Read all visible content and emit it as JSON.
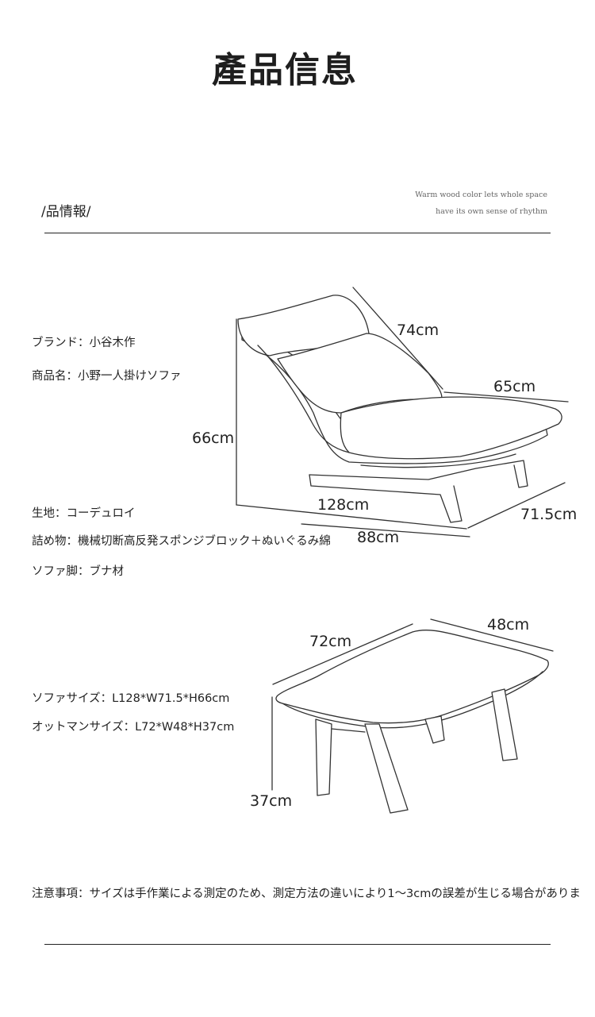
{
  "header": {
    "title": "產品信息"
  },
  "section": {
    "label": "/品情報/",
    "tagline_1": "Warm wood color lets whole space",
    "tagline_2": "have its own sense of rhythm"
  },
  "specs": {
    "brand": "ブランド：小谷木作",
    "product_name": "商品名：小野一人掛けソファ",
    "fabric": "生地：コーデュロイ",
    "filling": "詰め物：機械切断高反発スポンジブロック＋ぬいぐるみ綿",
    "legs": "ソファ脚：ブナ材",
    "sofa_size": "ソファサイズ：L128*W71.5*H66cm",
    "ottoman_size": "オットマンサイズ：L72*W48*H37cm"
  },
  "sofa_dims": {
    "back_length": "74cm",
    "seat_width": "65cm",
    "height": "66cm",
    "length": "128cm",
    "depth": "71.5cm",
    "base": "88cm"
  },
  "ottoman_dims": {
    "length": "72cm",
    "width": "48cm",
    "height": "37cm"
  },
  "note": "注意事項：サイズは手作業による測定のため、測定方法の違いにより1〜3cmの誤差が生じる場合がありま"
}
